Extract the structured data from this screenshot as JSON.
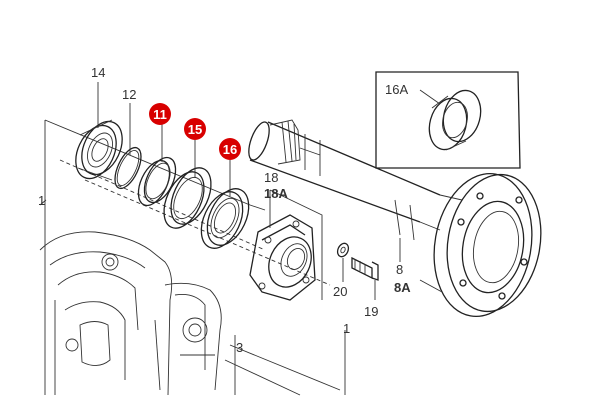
{
  "diagram": {
    "part_labels": {
      "p14": "14",
      "p12": "12",
      "p18": "18",
      "p18a": "18A",
      "p20": "20",
      "p19": "19",
      "p8": "8",
      "p8a": "8A",
      "p16a": "16A",
      "p1_left": "1",
      "p1_bottom": "1",
      "p3": "3"
    },
    "highlighted_parts": {
      "h11": "11",
      "h15": "15",
      "h16": "16"
    },
    "colors": {
      "highlight": "#d80000",
      "line": "#222222",
      "label": "#333333"
    }
  }
}
